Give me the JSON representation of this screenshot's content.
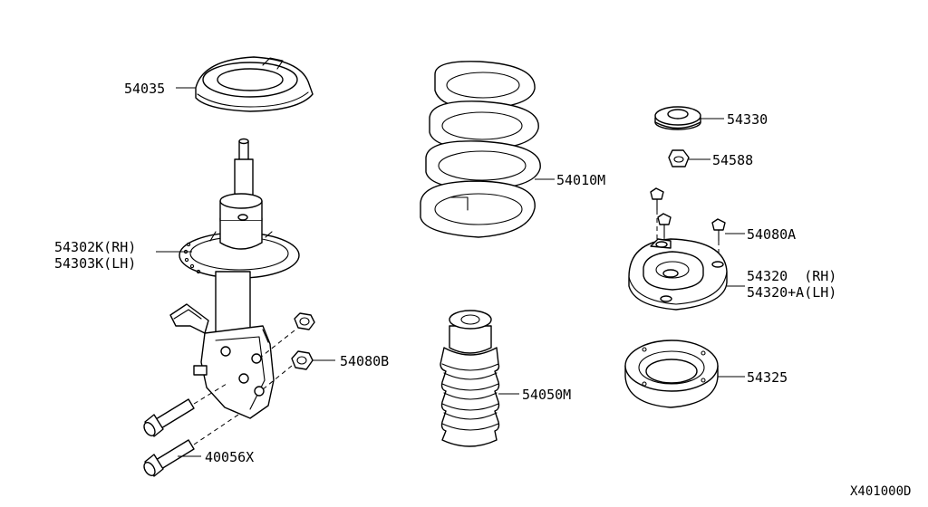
{
  "labels": {
    "insulator": "54035",
    "strut_rh": "54302K(RH)",
    "strut_lh": "54303K(LH)",
    "bolt": "40056X",
    "nut_b": "54080B",
    "spring": "54010M",
    "bound_bumper": "54050M",
    "mount_cap": "54330",
    "mount_nut": "54588",
    "bolt_a": "54080A",
    "mount_rh": "54320  (RH)",
    "mount_lh": "54320+A(LH)",
    "bearing": "54325"
  },
  "diagram_code": "X401000D",
  "colors": {
    "line": "#000000",
    "background": "#ffffff"
  }
}
